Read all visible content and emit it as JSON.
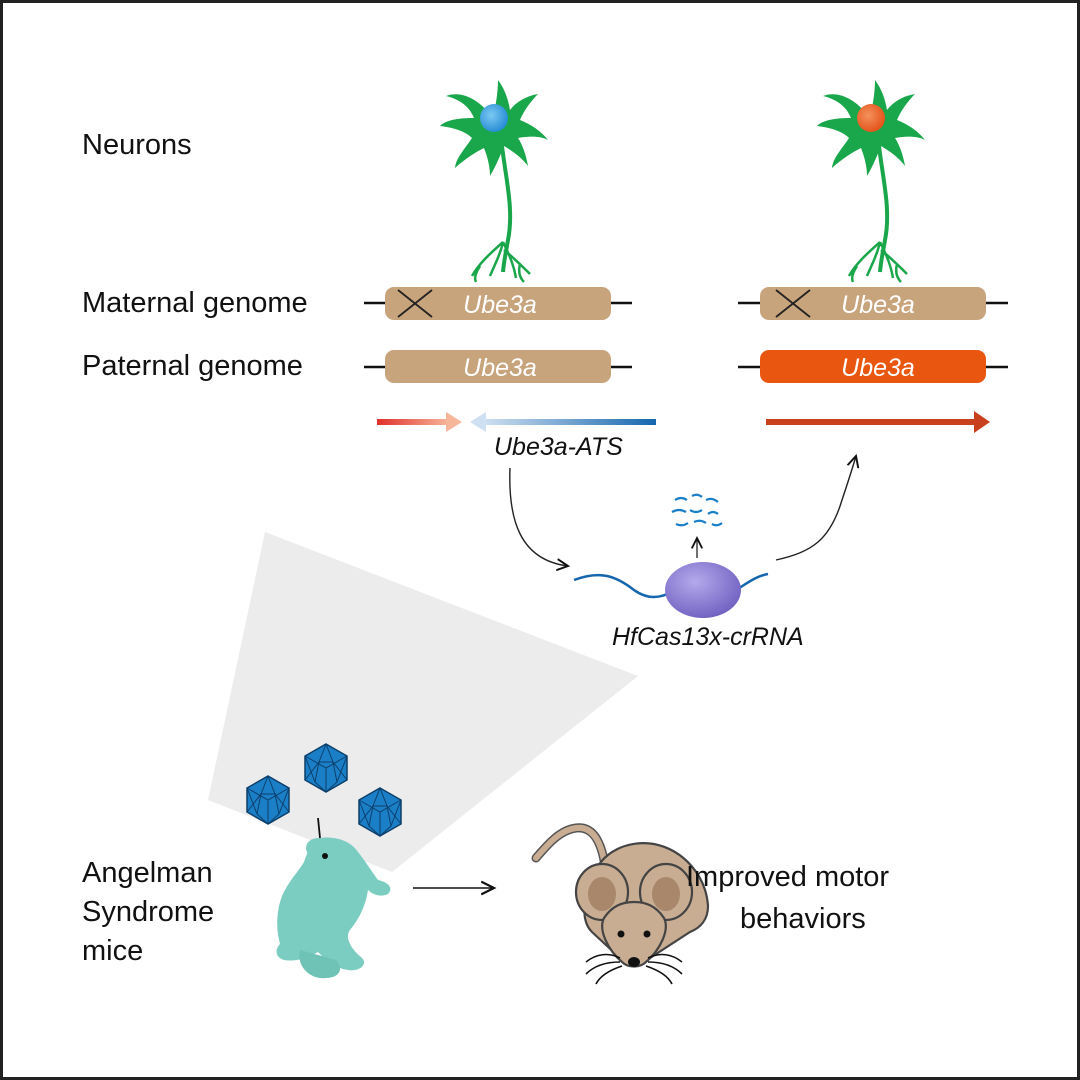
{
  "labels": {
    "neurons": "Neurons",
    "maternal": "Maternal genome",
    "paternal": "Paternal genome",
    "ats": "Ube3a-ATS",
    "cas": "HfCas13x-crRNA",
    "as_line1": "Angelman",
    "as_line2": "Syndrome",
    "as_line3": "mice",
    "outcome_line1": "Improved motor",
    "outcome_line2": "behaviors"
  },
  "genes": {
    "left_maternal": "Ube3a",
    "left_paternal": "Ube3a",
    "right_maternal": "Ube3a",
    "right_paternal": "Ube3a"
  },
  "colors": {
    "gene_tan": "#c8a47c",
    "gene_active": "#e8560f",
    "neuron_green": "#1aa64a",
    "nucleus_blue": "#3aa6e6",
    "nucleus_orange": "#ef6a2a",
    "ats_blue": "#1566ae",
    "transcript_red": "#e0302a",
    "cas_purple": "#8a7fd0",
    "mouse_teal": "#7ccdc1",
    "aav_blue": "#1b7fc8",
    "mouse_tan": "#c8ad93"
  },
  "icons": [
    "neuron-icon",
    "cross-icon",
    "aav-capsid-icon",
    "pup-mouse-icon",
    "adult-mouse-icon",
    "cas13-enzyme-icon",
    "rna-fragments-icon"
  ]
}
